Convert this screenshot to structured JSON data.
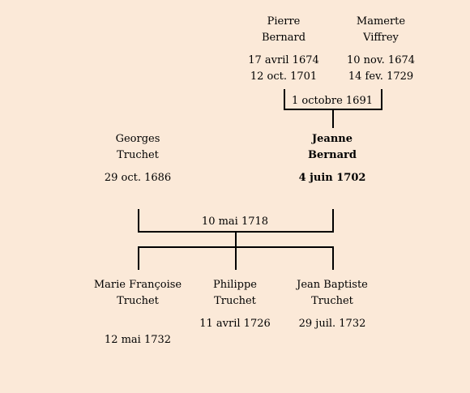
{
  "colors": {
    "background": "#fbe9d8",
    "line": "#000000",
    "text": "#000000"
  },
  "parents": {
    "father": {
      "first_name": "Pierre",
      "last_name": "Bernard",
      "birth": "17 avril 1674",
      "death": "12 oct. 1701"
    },
    "mother": {
      "first_name": "Mamerte",
      "last_name": "Viffrey",
      "birth": "10 nov. 1674",
      "death": "14 fev. 1729"
    },
    "marriage": "1 octobre 1691"
  },
  "couple": {
    "husband": {
      "first_name": "Georges",
      "last_name": "Truchet",
      "birth": "29 oct. 1686"
    },
    "wife": {
      "first_name": "Jeanne",
      "last_name": "Bernard",
      "birth": "4 juin 1702"
    },
    "marriage": "10 mai 1718"
  },
  "children": [
    {
      "first_name": "Marie Françoise",
      "last_name": "Truchet",
      "date": "12 mai 1732"
    },
    {
      "first_name": "Philippe",
      "last_name": "Truchet",
      "date": "11 avril 1726"
    },
    {
      "first_name": "Jean Baptiste",
      "last_name": "Truchet",
      "date": "29 juil. 1732"
    }
  ]
}
